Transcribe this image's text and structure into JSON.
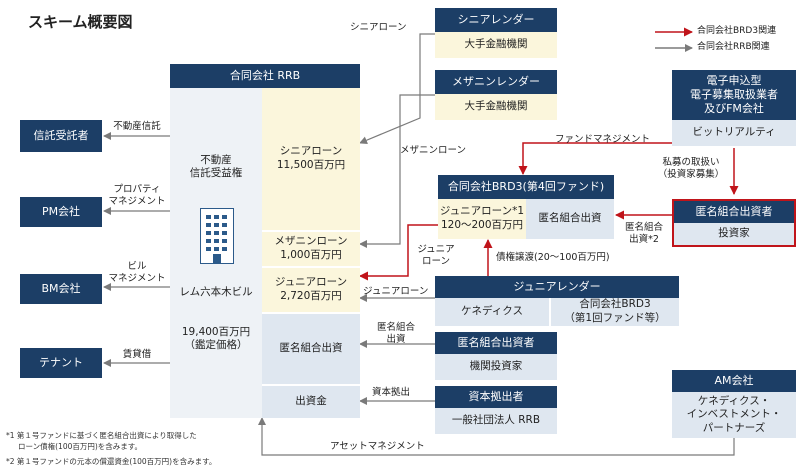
{
  "title": "スキーム概要図",
  "legend": [
    {
      "label": "合同会社BRD3関連",
      "color": "#c0141a"
    },
    {
      "label": "合同会社RRB関連",
      "color": "#7a7a7a"
    }
  ],
  "rrb": {
    "header": "合同会社 RRB",
    "asset_lines": [
      "不動産",
      "信託受益権"
    ],
    "building_name": "レム六本木ビル",
    "valuation_lines": [
      "19,400百万円",
      "（鑑定価格）"
    ],
    "senior_loan": [
      "シニアローン",
      "11,500百万円"
    ],
    "mezzanine_loan": [
      "メザニンローン",
      "1,000百万円"
    ],
    "junior_loan": [
      "ジュニアローン",
      "2,720百万円"
    ],
    "tk_investment": "匿名組合出資",
    "equity": "出資金"
  },
  "left_parties": [
    {
      "name": "信託受託者",
      "arrow_label": [
        "不動産信託"
      ]
    },
    {
      "name": "PM会社",
      "arrow_label": [
        "プロパティ",
        "マネジメント"
      ]
    },
    {
      "name": "BM会社",
      "arrow_label": [
        "ビル",
        "マネジメント"
      ]
    },
    {
      "name": "テナント",
      "arrow_label": [
        "賃貸借"
      ]
    }
  ],
  "senior_lender": {
    "header": "シニアレンダー",
    "body": "大手金融機関",
    "arrow_label": "シニアローン"
  },
  "mezz_lender": {
    "header": "メザニンレンダー",
    "body": "大手金融機関",
    "arrow_label": "メザニンローン"
  },
  "brd3": {
    "header": "合同会社BRD3(第4回ファンド)",
    "junior_loan": [
      "ジュニアローン*1",
      "120～200百万円"
    ],
    "tk_investment": "匿名組合出資",
    "fund_mgmt_label": "ファンドマネジメント",
    "junior_loan_label": [
      "ジュニア",
      "ローン"
    ],
    "transfer_label": "債権譲渡(20～100百万円)",
    "tk_label": [
      "匿名組合",
      "出資*2"
    ]
  },
  "electronic": {
    "header": [
      "電子申込型",
      "電子募集取扱業者",
      "及びFM会社"
    ],
    "body": "ビットリアルティ",
    "label": [
      "私募の取扱い",
      "（投資家募集）"
    ]
  },
  "anon_investor": {
    "header": "匿名組合出資者",
    "body": "投資家"
  },
  "junior_lender": {
    "header": "ジュニアレンダー",
    "left": "ケネディクス",
    "right": [
      "合同会社BRD3",
      "（第1回ファンド等）"
    ],
    "arrow_label": "ジュニアローン"
  },
  "tk_investor": {
    "header": "匿名組合出資者",
    "body": "機関投資家",
    "arrow_label": [
      "匿名組合",
      "出資"
    ]
  },
  "equity_provider": {
    "header": "資本拠出者",
    "body": "一般社団法人 RRB",
    "arrow_label": "資本拠出"
  },
  "am": {
    "header": "AM会社",
    "body": [
      "ケネディクス・",
      "インベストメント・",
      "パートナーズ"
    ],
    "label": "アセットマネジメント"
  },
  "notes": [
    "*1 第１号ファンドに基づく匿名組合出資により取得した",
    "ローン債権(100百万円)を含みます。",
    "*2 第１号ファンドの元本の償還資金(100百万円)を含みます。"
  ]
}
